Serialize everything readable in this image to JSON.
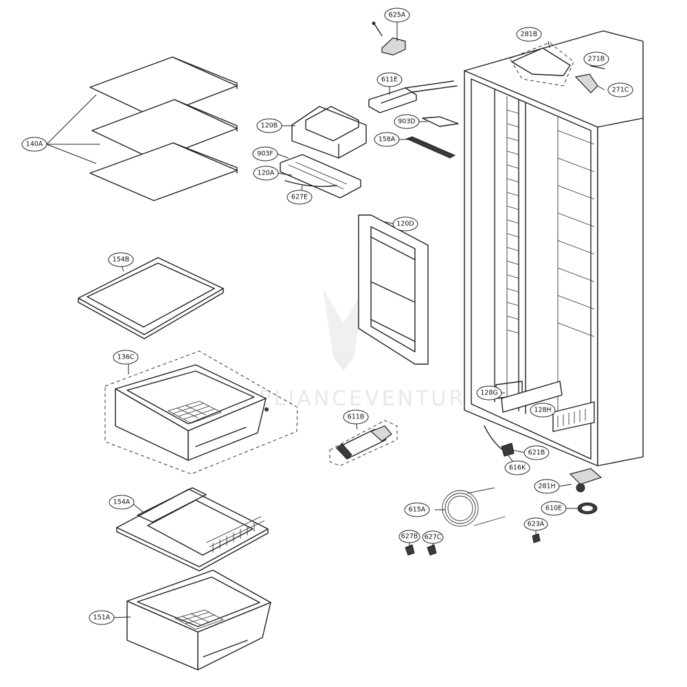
{
  "watermark": "APPLIANCEVENTURES",
  "labels": [
    {
      "id": "625A",
      "text": "625A"
    },
    {
      "id": "281B",
      "text": "281B"
    },
    {
      "id": "271B",
      "text": "271B"
    },
    {
      "id": "271C",
      "text": "271C"
    },
    {
      "id": "611E",
      "text": "611E"
    },
    {
      "id": "120B",
      "text": "120B"
    },
    {
      "id": "903D",
      "text": "903D"
    },
    {
      "id": "158A",
      "text": "158A"
    },
    {
      "id": "903F",
      "text": "903F"
    },
    {
      "id": "120A",
      "text": "120A"
    },
    {
      "id": "627E",
      "text": "627E"
    },
    {
      "id": "140A",
      "text": "140A"
    },
    {
      "id": "120D",
      "text": "120D"
    },
    {
      "id": "154B",
      "text": "154B"
    },
    {
      "id": "136C",
      "text": "136C"
    },
    {
      "id": "128G",
      "text": "128G"
    },
    {
      "id": "128H",
      "text": "128H"
    },
    {
      "id": "611B",
      "text": "611B"
    },
    {
      "id": "621B",
      "text": "621B"
    },
    {
      "id": "616K",
      "text": "616K"
    },
    {
      "id": "281H",
      "text": "281H"
    },
    {
      "id": "154A",
      "text": "154A"
    },
    {
      "id": "615A",
      "text": "615A"
    },
    {
      "id": "610E",
      "text": "610E"
    },
    {
      "id": "623A",
      "text": "623A"
    },
    {
      "id": "627B",
      "text": "627B"
    },
    {
      "id": "627C",
      "text": "627C"
    },
    {
      "id": "151A",
      "text": "151A"
    }
  ]
}
